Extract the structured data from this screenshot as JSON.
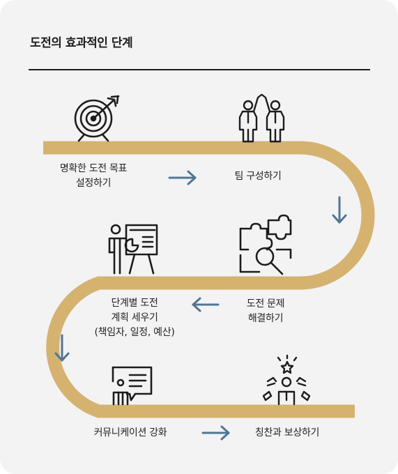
{
  "title": "도전의 효과적인 단계",
  "colors": {
    "road": "#d5b36e",
    "arrow": "#4f7697",
    "icon": "#1c1c1c",
    "background": "#f3f3f4"
  },
  "steps": [
    {
      "lines": [
        "명확한 도전 목표",
        "설정하기"
      ],
      "icon": "target-icon"
    },
    {
      "lines": [
        "팀 구성하기"
      ],
      "icon": "team-high-five-icon"
    },
    {
      "lines": [
        "도전 문제",
        "해결하기"
      ],
      "icon": "puzzle-magnifier-icon"
    },
    {
      "lines": [
        "단계별 도전",
        "계획 세우기",
        "(책임자, 일정, 예산)"
      ],
      "icon": "presentation-board-icon"
    },
    {
      "lines": [
        "커뮤니케이션 강화"
      ],
      "icon": "speech-bubble-person-icon"
    },
    {
      "lines": [
        "칭찬과 보상하기"
      ],
      "icon": "applause-star-icon"
    }
  ]
}
